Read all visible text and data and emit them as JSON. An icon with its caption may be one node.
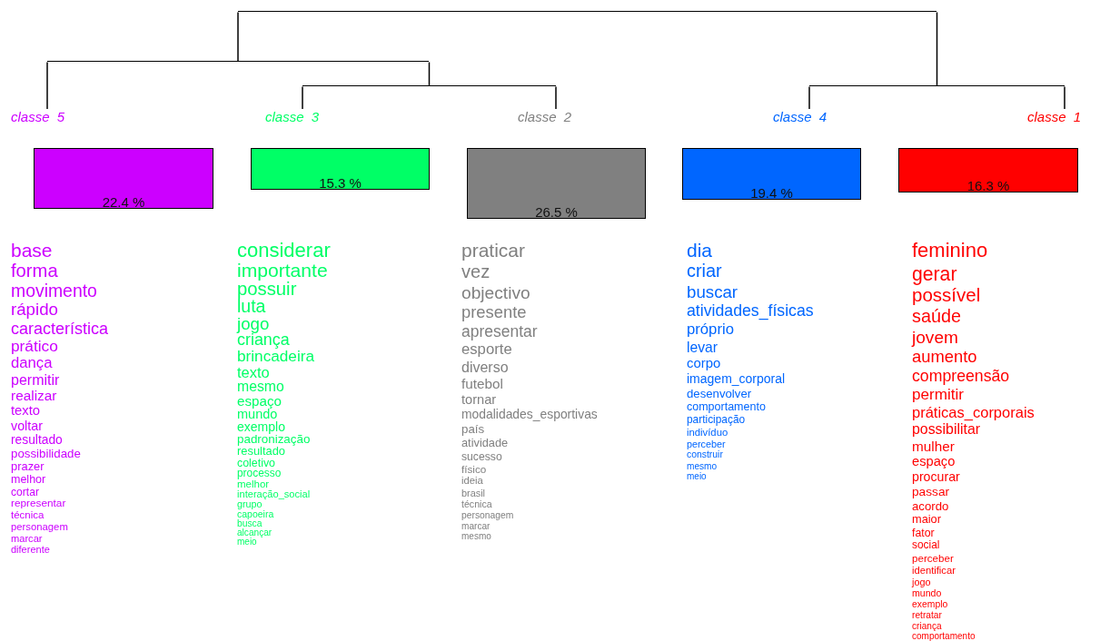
{
  "diagram": {
    "nodes": [
      {
        "text": [],
        "shape": "line"
      },
      {
        "text": [],
        "shape": "line"
      },
      {
        "text": [],
        "shape": "line"
      },
      {
        "text": [],
        "shape": "line"
      },
      {
        "text": [
          "classe  5"
        ]
      },
      {
        "text": [
          "classe  3"
        ]
      },
      {
        "text": [
          "classe  2"
        ]
      },
      {
        "text": [
          "classe  4"
        ]
      },
      {
        "text": [
          "classe  1"
        ]
      },
      {
        "text": [
          "22.4 %"
        ],
        "beside": [
          "base",
          "forma",
          "movimento",
          "rápido",
          "característica",
          "prático",
          "dança",
          "permitir",
          "realizar",
          "texto",
          "voltar",
          "resultado",
          "possibilidade",
          "prazer",
          "melhor",
          "cortar",
          "representar",
          "técnica",
          "personagem",
          "marcar",
          "diferente"
        ]
      },
      {
        "text": [
          "15.3 %"
        ],
        "beside": [
          "considerar",
          "importante",
          "possuir",
          "luta",
          "jogo",
          "criança",
          "brincadeira",
          "texto",
          "mesmo",
          "espaço",
          "mundo",
          "exemplo",
          "padronização",
          "resultado",
          "coletivo",
          "processo",
          "melhor",
          "interação_social",
          "grupo",
          "capoeira",
          "busca",
          "alcançar",
          "meio"
        ]
      },
      {
        "text": [
          "26.5 %"
        ],
        "beside": [
          "praticar",
          "vez",
          "objectivo",
          "presente",
          "apresentar",
          "esporte",
          "diverso",
          "futebol",
          "tornar",
          "modalidades_esportivas",
          "país",
          "atividade",
          "sucesso",
          "físico",
          "ideia",
          "brasil",
          "técnica",
          "personagem",
          "marcar",
          "mesmo"
        ]
      },
      {
        "text": [
          "19.4 %"
        ],
        "beside": [
          "dia",
          "criar",
          "buscar",
          "atividades_físicas",
          "próprio",
          "levar",
          "corpo",
          "imagem_corporal",
          "desenvolver",
          "comportamento",
          "participação",
          "indivíduo",
          "perceber",
          "construir",
          "mesmo",
          "meio"
        ]
      },
      {
        "text": [
          "16.3 %"
        ],
        "beside": [
          "feminino",
          "gerar",
          "possível",
          "saúde",
          "jovem",
          "aumento",
          "compreensão",
          "permitir",
          "práticas_corporais",
          "possibilitar",
          "mulher",
          "espaço",
          "procurar",
          "passar",
          "acordo",
          "maior",
          "fator",
          "social",
          "perceber",
          "identificar",
          "jogo",
          "mundo",
          "exemplo",
          "retratar",
          "criança",
          "comportamento"
        ]
      }
    ],
    "edges": [
      {
        "from": 0,
        "to": 1,
        "arrow": "none"
      },
      {
        "from": 0,
        "to": 2,
        "arrow": "none"
      },
      {
        "from": 1,
        "to": 4,
        "arrow": "none"
      },
      {
        "from": 1,
        "to": 3,
        "arrow": "none"
      },
      {
        "from": 3,
        "to": 5,
        "arrow": "none"
      },
      {
        "from": 3,
        "to": 6,
        "arrow": "none"
      },
      {
        "from": 2,
        "to": 7,
        "arrow": "none"
      },
      {
        "from": 2,
        "to": 8,
        "arrow": "none"
      }
    ]
  }
}
